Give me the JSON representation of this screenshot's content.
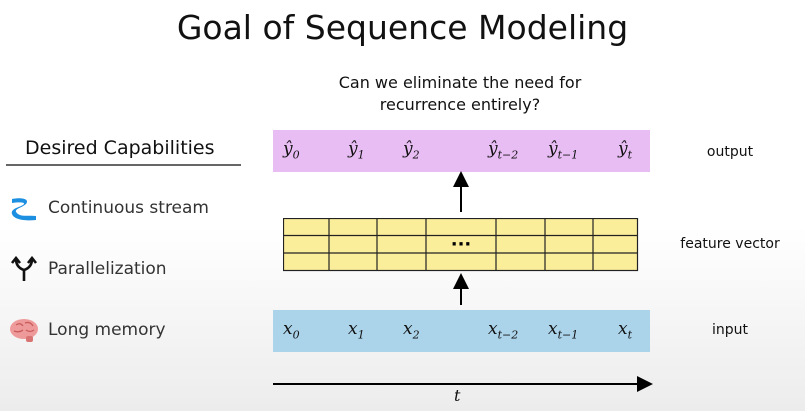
{
  "title": "Goal of Sequence Modeling",
  "question": [
    "Can we eliminate the need for",
    "recurrence entirely?"
  ],
  "capabilities": {
    "heading": "Desired Capabilities",
    "items": [
      {
        "label": "Continuous stream",
        "icon": "river-icon"
      },
      {
        "label": "Parallelization",
        "icon": "split-arrows-icon"
      },
      {
        "label": "Long memory",
        "icon": "brain-icon"
      }
    ]
  },
  "outputs": [
    {
      "base": "ŷ",
      "sub": "0"
    },
    {
      "base": "ŷ",
      "sub": "1"
    },
    {
      "base": "ŷ",
      "sub": "2"
    },
    {
      "base": "ŷ",
      "sub": "t−2"
    },
    {
      "base": "ŷ",
      "sub": "t−1"
    },
    {
      "base": "ŷ",
      "sub": "t"
    }
  ],
  "inputs": [
    {
      "base": "x",
      "sub": "0"
    },
    {
      "base": "x",
      "sub": "1"
    },
    {
      "base": "x",
      "sub": "2"
    },
    {
      "base": "x",
      "sub": "t−2"
    },
    {
      "base": "x",
      "sub": "t−1"
    },
    {
      "base": "x",
      "sub": "t"
    }
  ],
  "ellipsis": "···",
  "labels": {
    "output": "output",
    "feature": "feature vector",
    "input": "input",
    "time": "t"
  },
  "colors": {
    "output": "#e8bdf4",
    "input": "#abd3ea",
    "feature": "#fbee9b"
  }
}
